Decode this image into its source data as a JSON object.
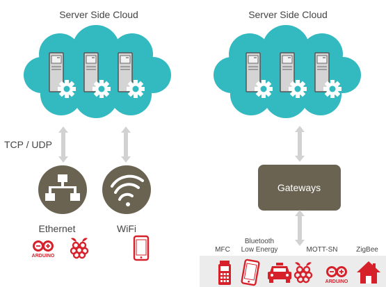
{
  "left": {
    "cloud_title": "Server Side Cloud",
    "protocol_label": "TCP / UDP",
    "ethernet_label": "Ethernet",
    "wifi_label": "WiFi",
    "arduino_text": "ARDUINO"
  },
  "right": {
    "cloud_title": "Server Side Cloud",
    "gateway_label": "Gateways",
    "tech_labels": {
      "mfc": "MFC",
      "bluetooth_line1": "Bluetooth",
      "bluetooth_line2": "Low Energy",
      "mqtt": "MOTT-SN",
      "zigbee": "ZigBee"
    },
    "arduino_text": "ARDUINO"
  },
  "colors": {
    "cloud": "#33b9c0",
    "gear": "#ffffff",
    "server_body": "#d4d4d4",
    "node_dark": "#6a6352",
    "arrow": "#d2d2d2",
    "device_red": "#d6202a",
    "tray": "#ececec"
  }
}
